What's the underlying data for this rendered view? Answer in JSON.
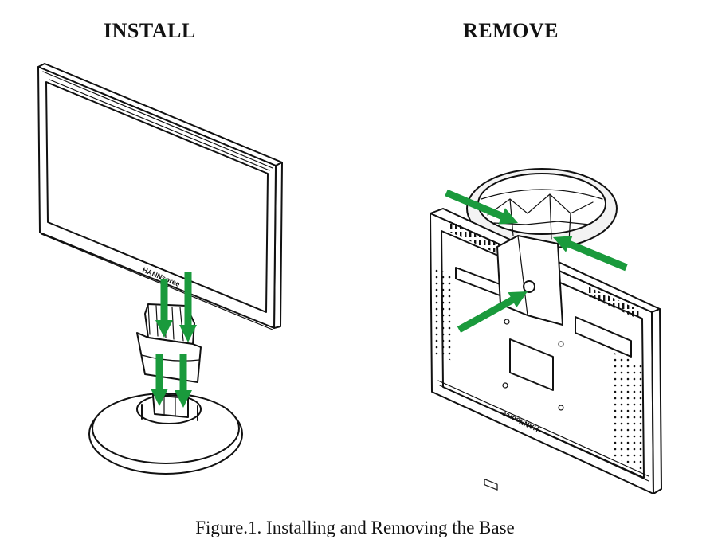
{
  "headings": {
    "install": "INSTALL",
    "remove": "REMOVE"
  },
  "brand_logo": "HANNspree",
  "caption": "Figure.1. Installing and Removing the Base",
  "colors": {
    "arrow": "#1a9a3c",
    "line": "#111111",
    "background": "#ffffff"
  }
}
